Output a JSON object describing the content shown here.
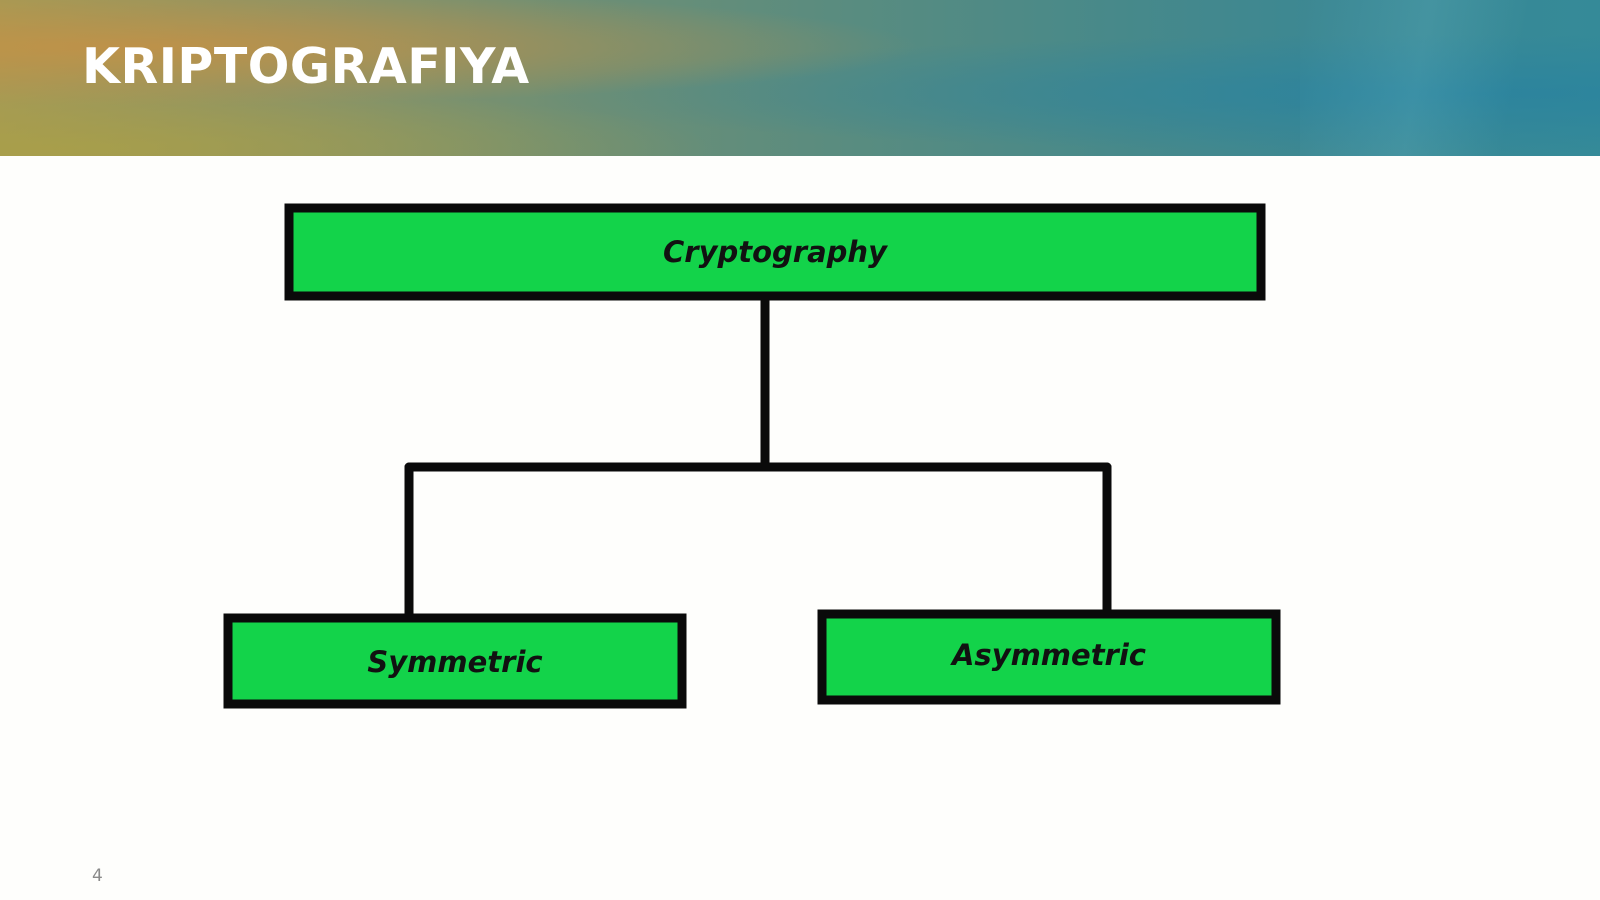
{
  "slide": {
    "title": "KRIPTOGRAFIYA",
    "page_number": "4"
  },
  "diagram": {
    "root": {
      "label": "Cryptography"
    },
    "children": [
      {
        "label": "Symmetric"
      },
      {
        "label": "Asymmetric"
      }
    ]
  },
  "colors": {
    "node_fill": "#13d34a",
    "node_border": "#0a0a0a",
    "connector": "#0a0a0a",
    "title_text": "#ffffff"
  }
}
